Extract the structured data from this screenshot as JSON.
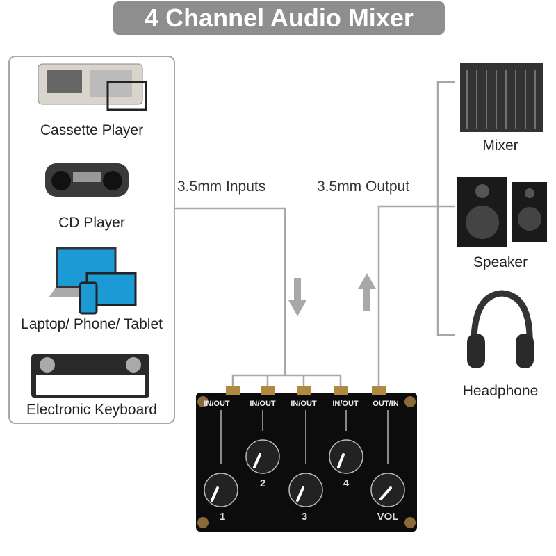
{
  "title": "4 Channel Audio Mixer",
  "inputs": {
    "label": "3.5mm Inputs",
    "devices": [
      "Cassette Player",
      "CD Player",
      "Laptop/ Phone/ Tablet",
      "Electronic Keyboard"
    ]
  },
  "outputs": {
    "label": "3.5mm Output",
    "devices": [
      "Mixer",
      "Speaker",
      "Headphone"
    ]
  },
  "mixer": {
    "jacks": [
      "IN/OUT",
      "IN/OUT",
      "IN/OUT",
      "IN/OUT",
      "OUT/IN"
    ],
    "knobs": [
      "1",
      "2",
      "3",
      "4",
      "VOL"
    ]
  },
  "colors": {
    "title_bg": "#8e8e8e",
    "line": "#a8a8a8",
    "device": "#111111"
  }
}
